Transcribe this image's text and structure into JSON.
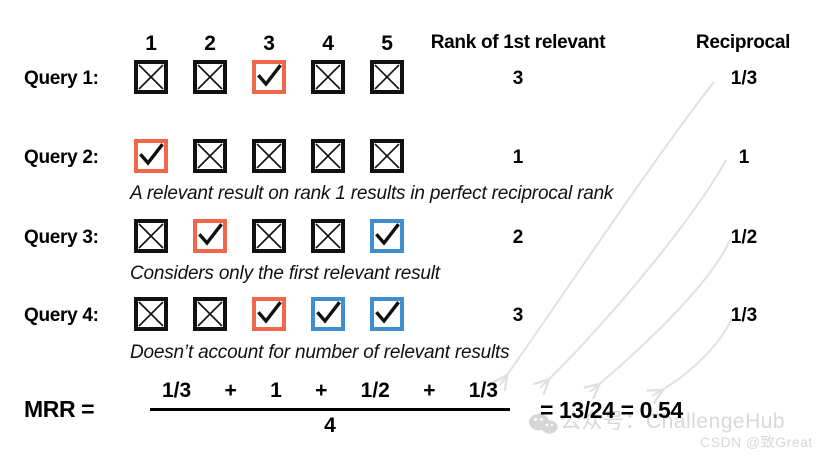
{
  "columns": [
    "1",
    "2",
    "3",
    "4",
    "5"
  ],
  "headers": {
    "rank": "Rank of 1st relevant",
    "reciprocal": "Reciprocal"
  },
  "colors": {
    "relevant_first": "#f0684b",
    "relevant_other": "#3e8ed0",
    "nonrelevant": "#111111",
    "arrow": "#e2e2e2"
  },
  "rows": [
    {
      "label": "Query 1:",
      "results": [
        "x",
        "x",
        "check-orange",
        "x",
        "x"
      ],
      "rank": "3",
      "reciprocal": "1/3",
      "note": ""
    },
    {
      "label": "Query 2:",
      "results": [
        "check-orange",
        "x",
        "x",
        "x",
        "x"
      ],
      "rank": "1",
      "reciprocal": "1",
      "note": "A relevant result on rank 1 results in perfect reciprocal rank"
    },
    {
      "label": "Query 3:",
      "results": [
        "x",
        "check-orange",
        "x",
        "x",
        "check-blue"
      ],
      "rank": "2",
      "reciprocal": "1/2",
      "note": "Considers only the first relevant result"
    },
    {
      "label": "Query 4:",
      "results": [
        "x",
        "x",
        "check-orange",
        "check-blue",
        "check-blue"
      ],
      "rank": "3",
      "reciprocal": "1/3",
      "note": "Doesn’t account for number of relevant results"
    }
  ],
  "formula": {
    "label": "MRR =",
    "terms": [
      "1/3",
      "1",
      "1/2",
      "1/3"
    ],
    "operators": [
      "+",
      "+",
      "+"
    ],
    "denominator": "4",
    "result": "= 13/24 =  0.54"
  },
  "watermark": {
    "main": "公众号：ChallengeHub",
    "sub": "CSDN @致Great"
  },
  "chart_data": {
    "type": "table",
    "title": "Mean Reciprocal Rank (MRR) illustration",
    "categories": [
      "Query 1",
      "Query 2",
      "Query 3",
      "Query 4"
    ],
    "series": [
      {
        "name": "Rank of 1st relevant",
        "values": [
          3,
          1,
          2,
          3
        ]
      },
      {
        "name": "Reciprocal rank",
        "values": [
          0.3333,
          1,
          0.5,
          0.3333
        ]
      }
    ],
    "relevance_grid": [
      [
        0,
        0,
        1,
        0,
        0
      ],
      [
        1,
        0,
        0,
        0,
        0
      ],
      [
        0,
        1,
        0,
        0,
        2
      ],
      [
        0,
        0,
        1,
        2,
        2
      ]
    ],
    "grid_legend": {
      "0": "not relevant (black X)",
      "1": "first relevant (orange check)",
      "2": "additional relevant (blue check)"
    },
    "mrr_value": 0.54,
    "mrr_fraction": "13/24"
  }
}
